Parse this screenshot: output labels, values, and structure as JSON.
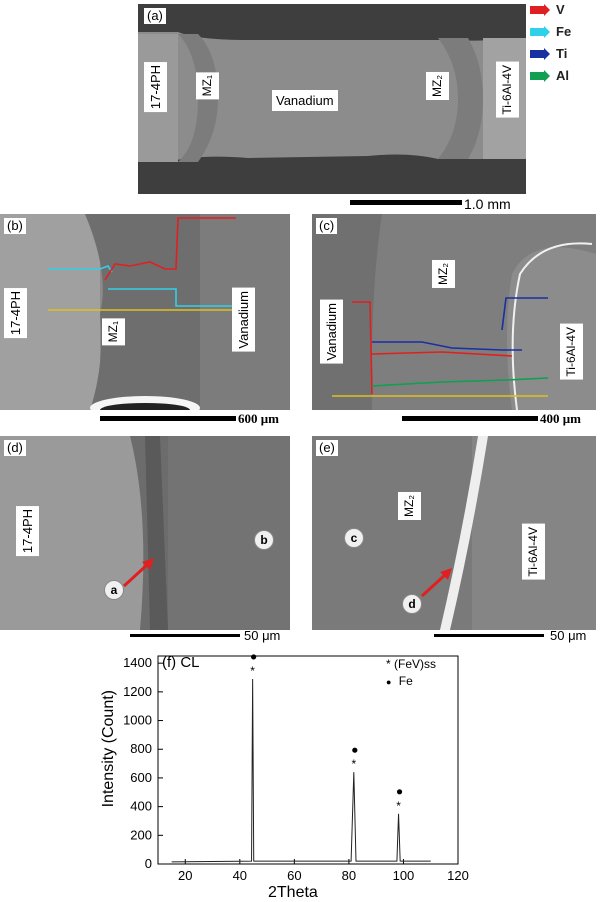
{
  "panel_a": {
    "label": "(a)",
    "regions": [
      "17-4PH",
      "MZ₁",
      "Vanadium",
      "MZ₂",
      "Ti-6Al-4V"
    ],
    "scale": "1.0 mm"
  },
  "legend": [
    {
      "name": "V",
      "color": "#e02020",
      "icon": "arrow-right-icon"
    },
    {
      "name": "Fe",
      "color": "#30d0e8",
      "icon": "arrow-right-icon"
    },
    {
      "name": "Ti",
      "color": "#1a2fa0",
      "icon": "arrow-right-icon"
    },
    {
      "name": "Al",
      "color": "#10a050",
      "icon": "arrow-right-icon"
    }
  ],
  "panel_b": {
    "label": "(b)",
    "regions": [
      "17-4PH",
      "MZ₁",
      "Vanadium"
    ],
    "scale": "600 μm"
  },
  "panel_c": {
    "label": "(c)",
    "regions": [
      "MZ₂",
      "Vanadium",
      "Ti-6Al-4V"
    ],
    "scale": "400 μm"
  },
  "panel_d": {
    "label": "(d)",
    "regions": [
      "17-4PH"
    ],
    "points": [
      "a",
      "b"
    ],
    "scale": "50 μm"
  },
  "panel_e": {
    "label": "(e)",
    "regions": [
      "MZ₂",
      "Ti-6Al-4V"
    ],
    "points": [
      "c",
      "d"
    ],
    "scale": "50 μm"
  },
  "chart_data": {
    "type": "line",
    "title": "(f) CL",
    "xlabel": "2Theta",
    "ylabel": "Intensity (Count)",
    "xlim": [
      10,
      120
    ],
    "ylim": [
      0,
      1450
    ],
    "xticks": [
      20,
      40,
      60,
      80,
      100,
      120
    ],
    "yticks": [
      0,
      200,
      400,
      600,
      800,
      1000,
      1200,
      1400
    ],
    "legend": [
      {
        "symbol": "*",
        "label": "(FeV)ss"
      },
      {
        "symbol": "●",
        "label": "Fe"
      }
    ],
    "series": [
      {
        "x": [
          15,
          44.3,
          44.7,
          45.1,
          80.8,
          81.8,
          82.6,
          97.6,
          98.2,
          98.8,
          110
        ],
        "y": [
          15,
          20,
          1290,
          20,
          20,
          640,
          20,
          20,
          350,
          20,
          20
        ]
      }
    ],
    "peaks": [
      {
        "x": 44.7,
        "y": 1290
      },
      {
        "x": 81.8,
        "y": 640
      },
      {
        "x": 98.2,
        "y": 350
      }
    ]
  }
}
